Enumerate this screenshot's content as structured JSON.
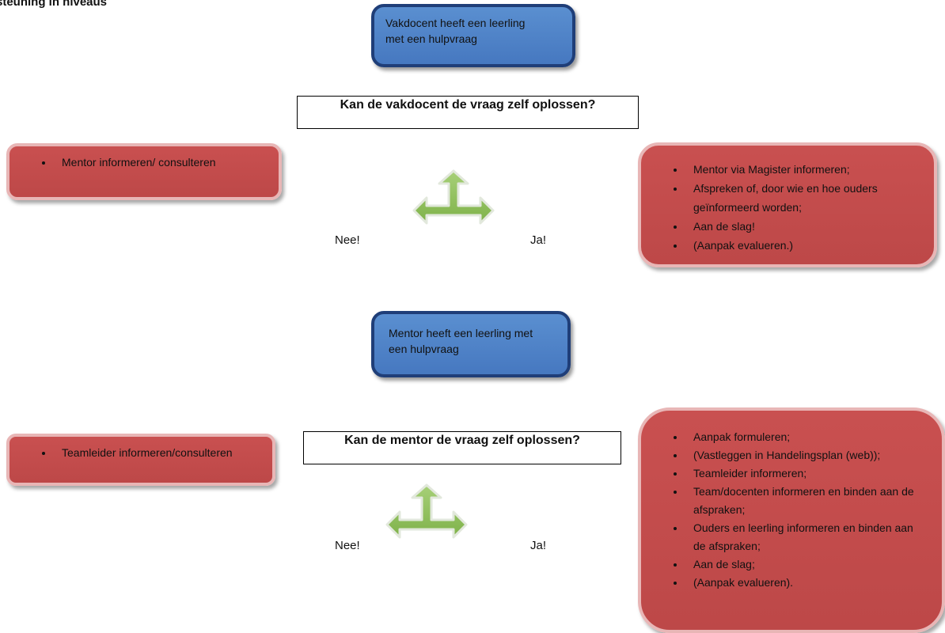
{
  "page_title": "steuning in niveaus",
  "section1": {
    "start_box": "Vakdocent heeft een leerling met een hulpvraag",
    "question": "Kan de vakdocent de vraag zelf oplossen?",
    "no_label": "Nee!",
    "yes_label": "Ja!",
    "no_actions": [
      "Mentor informeren/ consulteren"
    ],
    "yes_actions": [
      "Mentor  via Magister informeren;",
      "Afspreken of, door wie en hoe ouders geïnformeerd worden;",
      "Aan de slag!",
      "(Aanpak evalueren.)"
    ]
  },
  "section2": {
    "start_box": "Mentor heeft een leerling met een hulpvraag",
    "question": "Kan de mentor de vraag zelf oplossen?",
    "no_label": "Nee!",
    "yes_label": "Ja!",
    "no_actions": [
      "Teamleider informeren/consulteren"
    ],
    "yes_actions": [
      "Aanpak formuleren;",
      "(Vastleggen in Handelingsplan (web));",
      "Teamleider informeren;",
      "Team/docenten informeren en binden aan de afspraken;",
      "Ouders en leerling informeren en binden aan de afspraken;",
      "Aan de slag;",
      "(Aanpak evalueren)."
    ]
  },
  "colors": {
    "start_box_fill": "#4a7cc3",
    "start_box_border": "#1f3e78",
    "action_box_fill": "#c24c4c",
    "action_box_border": "#e8b6b6",
    "arrow_fill": "#8dc05a"
  }
}
